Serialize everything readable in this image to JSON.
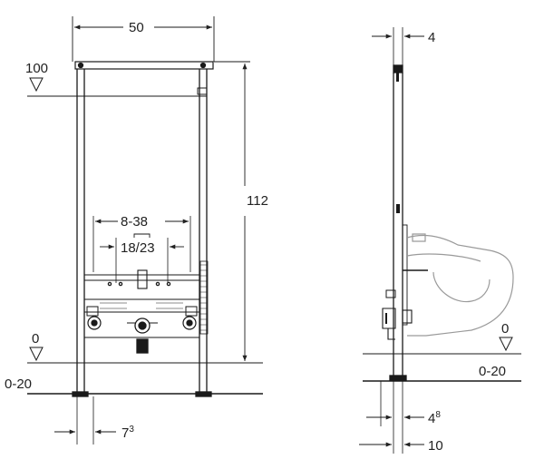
{
  "front_view": {
    "width_label": "50",
    "height_label": "112",
    "level_top_label": "100",
    "inner_range_label": "8-38",
    "inner_fixed_label": "18/23",
    "floor_level_label": "0",
    "floor_range_label": "0-20",
    "foot_offset_main": "7",
    "foot_offset_sup": "3"
  },
  "side_view": {
    "depth_top_label": "4",
    "floor_level_label": "0",
    "floor_range_label": "0-20",
    "foot_offset_main": "4",
    "foot_offset_sup": "8",
    "total_depth_label": "10"
  },
  "colors": {
    "line": "#1a1a1a",
    "dim_line": "#222222",
    "fixture_outline": "#9a9a9a"
  }
}
